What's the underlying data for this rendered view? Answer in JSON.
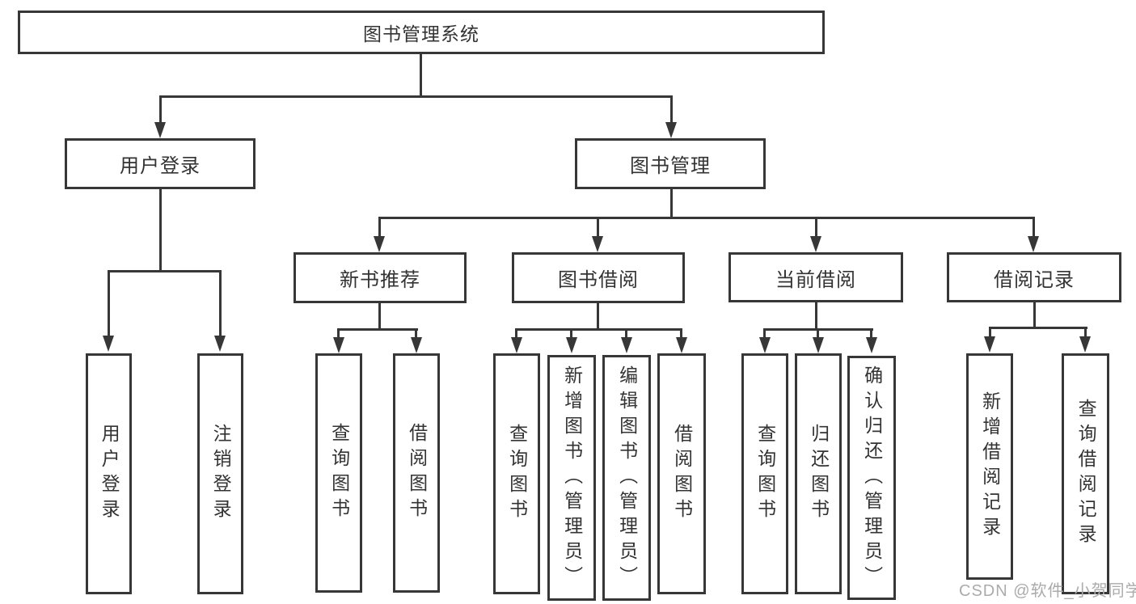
{
  "tree": {
    "root": {
      "label": "图书管理系统",
      "children": [
        {
          "label": "用户登录",
          "children": [
            {
              "label": "用户登录"
            },
            {
              "label": "注销登录"
            }
          ]
        },
        {
          "label": "图书管理",
          "children": [
            {
              "label": "新书推荐",
              "children": [
                {
                  "label": "查询图书"
                },
                {
                  "label": "借阅图书"
                }
              ]
            },
            {
              "label": "图书借阅",
              "children": [
                {
                  "label": "查询图书"
                },
                {
                  "label": "新增图书（管理员）"
                },
                {
                  "label": "编辑图书（管理员）"
                },
                {
                  "label": "借阅图书"
                }
              ]
            },
            {
              "label": "当前借阅",
              "children": [
                {
                  "label": "查询图书"
                },
                {
                  "label": "归还图书"
                },
                {
                  "label": "确认归还（管理员）"
                }
              ]
            },
            {
              "label": "借阅记录",
              "children": [
                {
                  "label": "新增借阅记录"
                },
                {
                  "label": "查询借阅记录"
                }
              ]
            }
          ]
        }
      ]
    }
  },
  "watermark": {
    "text": "CSDN @软件_小贺同学"
  },
  "colors": {
    "line": "#373737",
    "text": "#333333",
    "watermark": "#ababab",
    "background": "#ffffff"
  }
}
